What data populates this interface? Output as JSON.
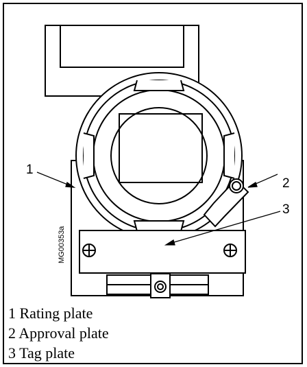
{
  "figure": {
    "drawing_code": "MG00353a",
    "callouts": [
      "1",
      "2",
      "3"
    ],
    "legend": [
      "1 Rating plate",
      "2 Approval plate",
      "3 Tag plate"
    ]
  }
}
